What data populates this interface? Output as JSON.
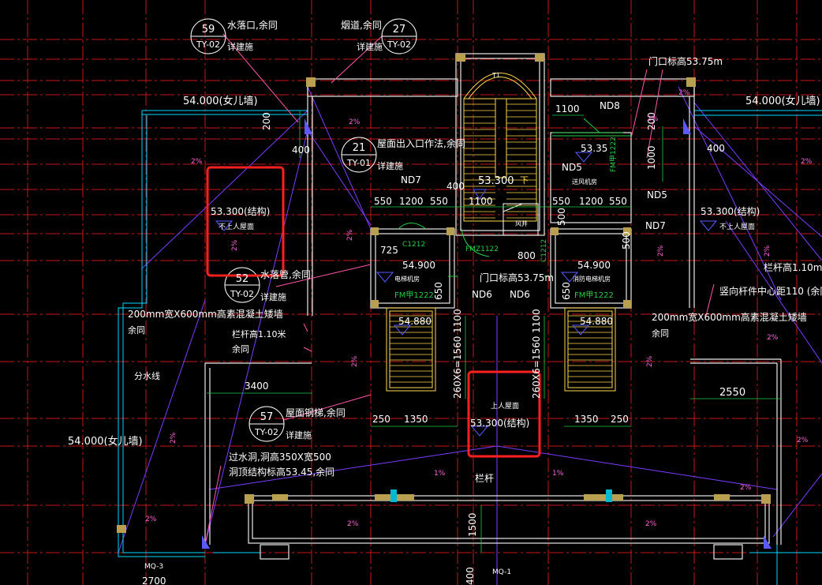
{
  "colors": {
    "background": "#000000",
    "axis_red": "#d11a1a",
    "wall_white": "#e8e8e8",
    "cyan": "#00d8ff",
    "purple": "#7a3cff",
    "yellow": "#ffd84a",
    "green": "#22cc44",
    "pink": "#ff55aa",
    "highlight": "#ff2020",
    "text_white": "#ffffff"
  },
  "callouts": {
    "c59_num": "59",
    "c59_ref": "TY-02",
    "c59_note": "水落口,余同",
    "c59_sub": "详建施",
    "c27_num": "27",
    "c27_ref": "TY-02",
    "c27_note": "烟道,余同",
    "c27_sub": "详建施",
    "c21_num": "21",
    "c21_ref": "TY-01",
    "c21_note": "屋面出入口作法,余同",
    "c21_sub": "详建施",
    "c52_num": "52",
    "c52_ref": "TY-02",
    "c52_note": "水落管,余同",
    "c52_sub": "详建施",
    "c57_num": "57",
    "c57_ref": "TY-02",
    "c57_note": "屋面钢梯,余同",
    "c57_sub": "详建施"
  },
  "labels": {
    "parapet_left": "54.000(女儿墙)",
    "parapet_right": "54.000(女儿墙)",
    "parapet_bottom_left": "54.000(女儿墙)",
    "door_height_top": "门口标高53.75m",
    "door_height_mid": "门口标高53.75m",
    "elev_5335": "53.35",
    "elev_53300_mid": "53.300",
    "elev_left_struct": "53.300(结构)",
    "elev_left_note": "不上人屋面",
    "elev_right_struct": "53.300(结构)",
    "elev_right_note": "不上人屋面",
    "elev_bottom_note": "上人屋面",
    "elev_bottom_struct": "53.300(结构)",
    "elev_54900_left": "54.900",
    "elev_54900_right": "54.900",
    "elev_54880_left": "54.880",
    "elev_54880_right": "54.880",
    "room_left": "电梯机房",
    "room_right": "消防电梯机房",
    "fan_room": "送风机房",
    "fan_small": "风井",
    "stair_label": "T1",
    "stair_down": "下",
    "fm_left": "FM甲1222",
    "fm_right": "FM甲1222",
    "fm_center": "FMZ1122",
    "fm_top_right": "FM甲1222",
    "window_c1212_left": "C1212",
    "window_c1212_right": "C1212",
    "wall_note_left": "200mm宽X600mm高素混凝土矮墙",
    "wall_note_left_2": "余同",
    "wall_note_right": "200mm宽X600mm高素混凝土矮墙",
    "wall_note_right_2": "余同",
    "railing_left": "栏杆高1.10米",
    "railing_left_2": "余同",
    "railing_right": "栏杆高1.10m",
    "railing_spacing": "竖向杆件中心距110 (余同)",
    "divide_line": "分水线",
    "overflow_1": "过水洞,洞高350X宽500",
    "overflow_2": "洞顶结构标高53.45,余同",
    "railing": "栏杆",
    "mq3": "MQ-3",
    "mq1": "MQ-1",
    "nd8": "ND8",
    "nd7_left": "ND7",
    "nd5_a": "ND5",
    "nd5_b": "ND5",
    "nd7_right": "ND7",
    "nd6_left": "ND6",
    "nd6_right": "ND6"
  },
  "dimensions": {
    "d200_left": "200",
    "d400_left": "400",
    "d1100": "1100",
    "d200_right": "200",
    "d1000": "1000",
    "d400_right": "400",
    "d400_mid": "400",
    "d550_a": "550",
    "d1200_a": "1200",
    "d550_b": "550",
    "d1100_b": "1100",
    "d550_c": "550",
    "d1200_b": "1200",
    "d550_d": "550",
    "d500_a": "500",
    "d500_b": "500",
    "d725": "725",
    "d800": "800",
    "d650_left": "650",
    "d650_right": "650",
    "d3400": "3400",
    "d2550": "2550",
    "d250_a": "250",
    "d1350_a": "1350",
    "d1350_b": "1350",
    "d250_b": "250",
    "d1500": "1500",
    "d400_bot": "400",
    "d2700": "2700",
    "stair_dim_left": "260X6=1560 1100",
    "stair_dim_right": "260X6=1560 1100"
  },
  "slopes": {
    "s_a": "2%",
    "s_b": "2%",
    "s_c": "2%",
    "s_d": "2%",
    "s_e": "2%",
    "s_f": "2%",
    "s_g": "2%",
    "s_h": "2%",
    "s_i": "2%",
    "s_j": "2%",
    "s_k": "2%",
    "s_l": "2%",
    "s_m": "2%",
    "s_n": "2%",
    "s_o": "1%",
    "s_p": "1%",
    "s_q": "2%",
    "s_r": "2%",
    "s_s": "2%",
    "s_t": "2%"
  }
}
